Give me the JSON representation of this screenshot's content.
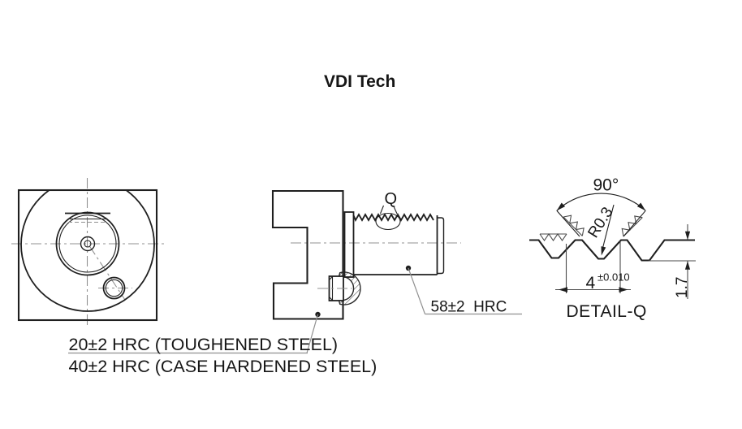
{
  "title": "VDI Tech",
  "side_view": {
    "detail_balloon_label": "Q",
    "shank_hardness": "58±2  HRC"
  },
  "notes": {
    "toughened": "20±2 HRC (TOUGHENED STEEL)",
    "case_hardened": "40±2 HRC (CASE HARDENED STEEL)"
  },
  "detail_view": {
    "angle": "90°",
    "root_radius": "R0.3",
    "groove_width": "4",
    "groove_width_tolerance": "±0.010",
    "depth": "1.7",
    "caption": "DETAIL-Q"
  },
  "colors": {
    "line": "#1f1f1f",
    "thin_line": "#4a4a4a",
    "centerline": "#909090",
    "leader": "#8f8f8f",
    "background": "#ffffff"
  }
}
